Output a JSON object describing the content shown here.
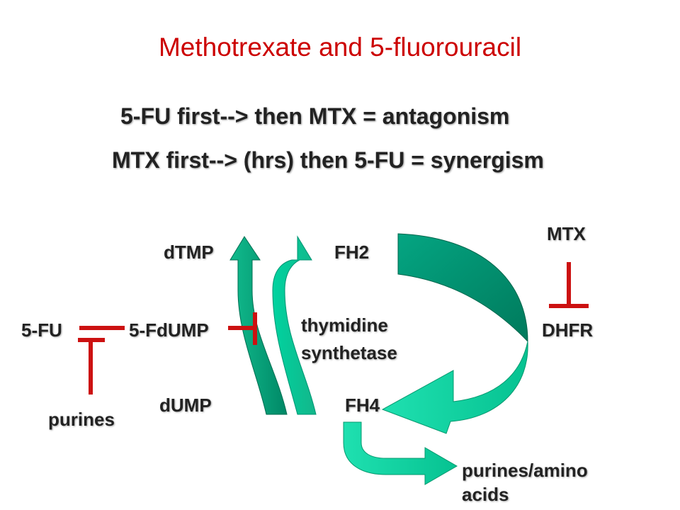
{
  "slide": {
    "title": "Methotrexate and 5-fluorouracil",
    "line1": "5-FU first-->  then MTX = antagonism",
    "line2": "MTX first-->  (hrs) then 5-FU = synergism"
  },
  "diagram": {
    "labels": {
      "dtmp": "dTMP",
      "fh2": "FH2",
      "mtx": "MTX",
      "five_fu": "5-FU",
      "five_fdump": "5-FdUMP",
      "thymidine": "thymidine",
      "synthetase": "synthetase",
      "dhfr": "DHFR",
      "dump": "dUMP",
      "fh4": "FH4",
      "purines": "purines",
      "purines_amino": "purines/amino",
      "acids": "acids"
    },
    "colors": {
      "title": "#cc0000",
      "inhibitor": "#cc1111",
      "arrow_fill": "#00cc99",
      "arrow_dark": "#009977",
      "text": "#222222"
    },
    "icons": {
      "inhibitor": "t-bar-inhibition-icon",
      "arrow": "curved-arrow-icon"
    }
  }
}
